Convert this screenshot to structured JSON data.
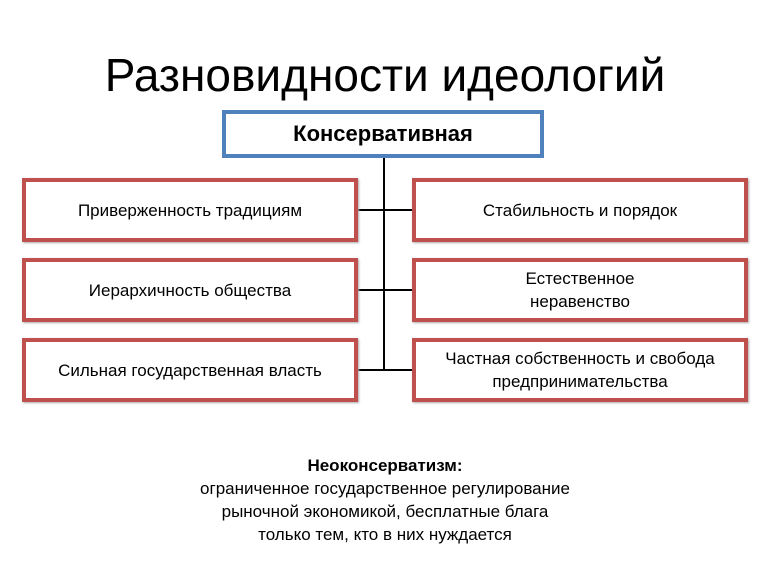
{
  "title": "Разновидности идеологий",
  "root": "Консервативная",
  "left": [
    "Приверженность традициям",
    "Иерархичность общества",
    "Сильная государственная власть"
  ],
  "right": [
    "Стабильность и порядок",
    "Естественное неравенство",
    "Частная собственность и свобода предпринимательства"
  ],
  "neo": {
    "heading": "Неоконсерватизм:",
    "lines": [
      "ограниченное государственное регулирование",
      "рыночной экономикой, бесплатные блага",
      "только тем, кто в них нуждается"
    ]
  }
}
